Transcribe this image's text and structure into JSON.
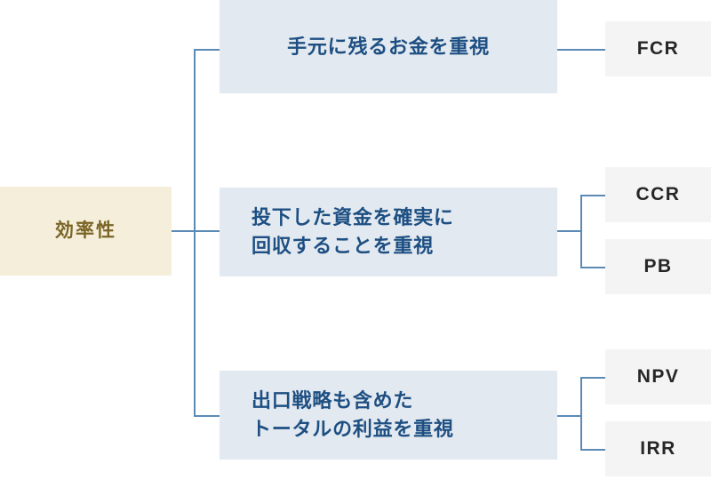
{
  "diagram": {
    "title_node": {
      "label": "効率性",
      "fill": "#f5eeda",
      "text_color": "#7a6526"
    },
    "branch_color": "#5b8bb5",
    "category_fill": "#e3e9f0",
    "category_text_color": "#1d4f82",
    "metric_fill": "#f4f4f4",
    "metric_text_color": "#262626",
    "categories": [
      {
        "label": "手元に残るお金を重視",
        "metrics": [
          {
            "label": "FCR"
          }
        ]
      },
      {
        "label": "投下した資金を確実に\n回収することを重視",
        "metrics": [
          {
            "label": "CCR"
          },
          {
            "label": "PB"
          }
        ]
      },
      {
        "label": "出口戦略も含めた\nトータルの利益を重視",
        "metrics": [
          {
            "label": "NPV"
          },
          {
            "label": "IRR"
          }
        ]
      }
    ]
  }
}
